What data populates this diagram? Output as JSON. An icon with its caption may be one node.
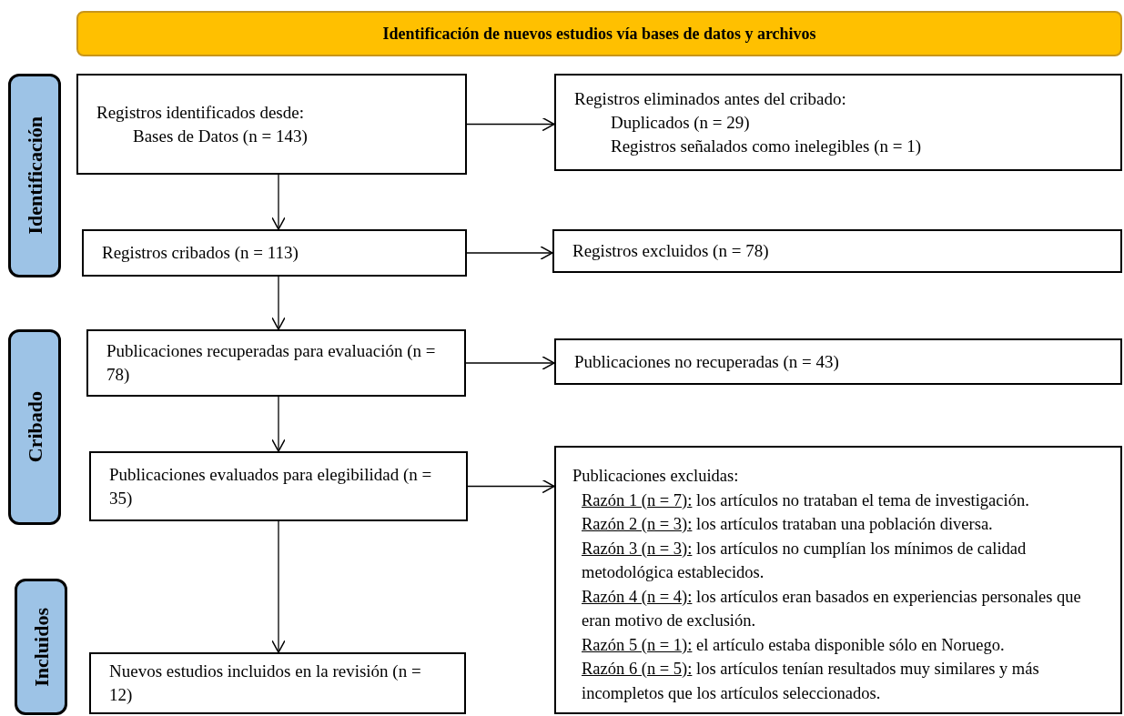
{
  "diagram": {
    "nodes": [
      {
        "text": [
          "Identificación de nuevos estudios vía bases de datos y archivos"
        ]
      },
      {
        "text": [
          "Identificación"
        ]
      },
      {
        "text": [
          "Registros identificados desde:",
          "Bases de Datos (n = 143)"
        ]
      },
      {
        "text": [
          "Registros eliminados antes del cribado:",
          "Duplicados  (n = 29)",
          "Registros señalados como inelegibles (n = 1)"
        ]
      },
      {
        "text": [
          "Registros cribados (n = 113)"
        ]
      },
      {
        "text": [
          "Registros excluidos (n = 78)"
        ]
      },
      {
        "text": [
          "Cribado"
        ]
      },
      {
        "text": [
          "Publicaciones recuperadas para evaluación (n = 78)"
        ]
      },
      {
        "text": [
          "Publicaciones no recuperadas (n = 43)"
        ]
      },
      {
        "text": [
          "Publicaciones evaluados para elegibilidad (n = 35)"
        ]
      },
      {
        "text": [
          "Publicaciones excluidas:",
          "Razón 1 (n = 7):",
          "los artículos no trataban el tema de investigación.",
          "Razón 2 (n = 3):",
          "los artículos trataban una población diversa.",
          "Razón 3 (n = 3):",
          "los artículos no cumplían los mínimos de calidad metodológica establecidos.",
          "Razón 4 (n = 4):",
          "los artículos eran basados en experiencias personales que eran motivo de exclusión.",
          "Razón 5 (n = 1):",
          "el artículo estaba disponible sólo en Noruego.",
          "Razón 6 (n = 5):",
          "los artículos tenían resultados muy similares y más incompletos que los artículos seleccionados."
        ]
      },
      {
        "text": [
          "Incluidos"
        ]
      },
      {
        "text": [
          "Nuevos estudios incluidos en la revisión (n = 12)"
        ]
      }
    ],
    "edges": [
      {
        "from": 2,
        "to": 3,
        "arrow": "to"
      },
      {
        "from": 2,
        "to": 4,
        "arrow": "to"
      },
      {
        "from": 4,
        "to": 5,
        "arrow": "to"
      },
      {
        "from": 4,
        "to": 7,
        "arrow": "to"
      },
      {
        "from": 7,
        "to": 8,
        "arrow": "to"
      },
      {
        "from": 7,
        "to": 9,
        "arrow": "to"
      },
      {
        "from": 9,
        "to": 10,
        "arrow": "to"
      },
      {
        "from": 9,
        "to": 12,
        "arrow": "to"
      }
    ]
  }
}
